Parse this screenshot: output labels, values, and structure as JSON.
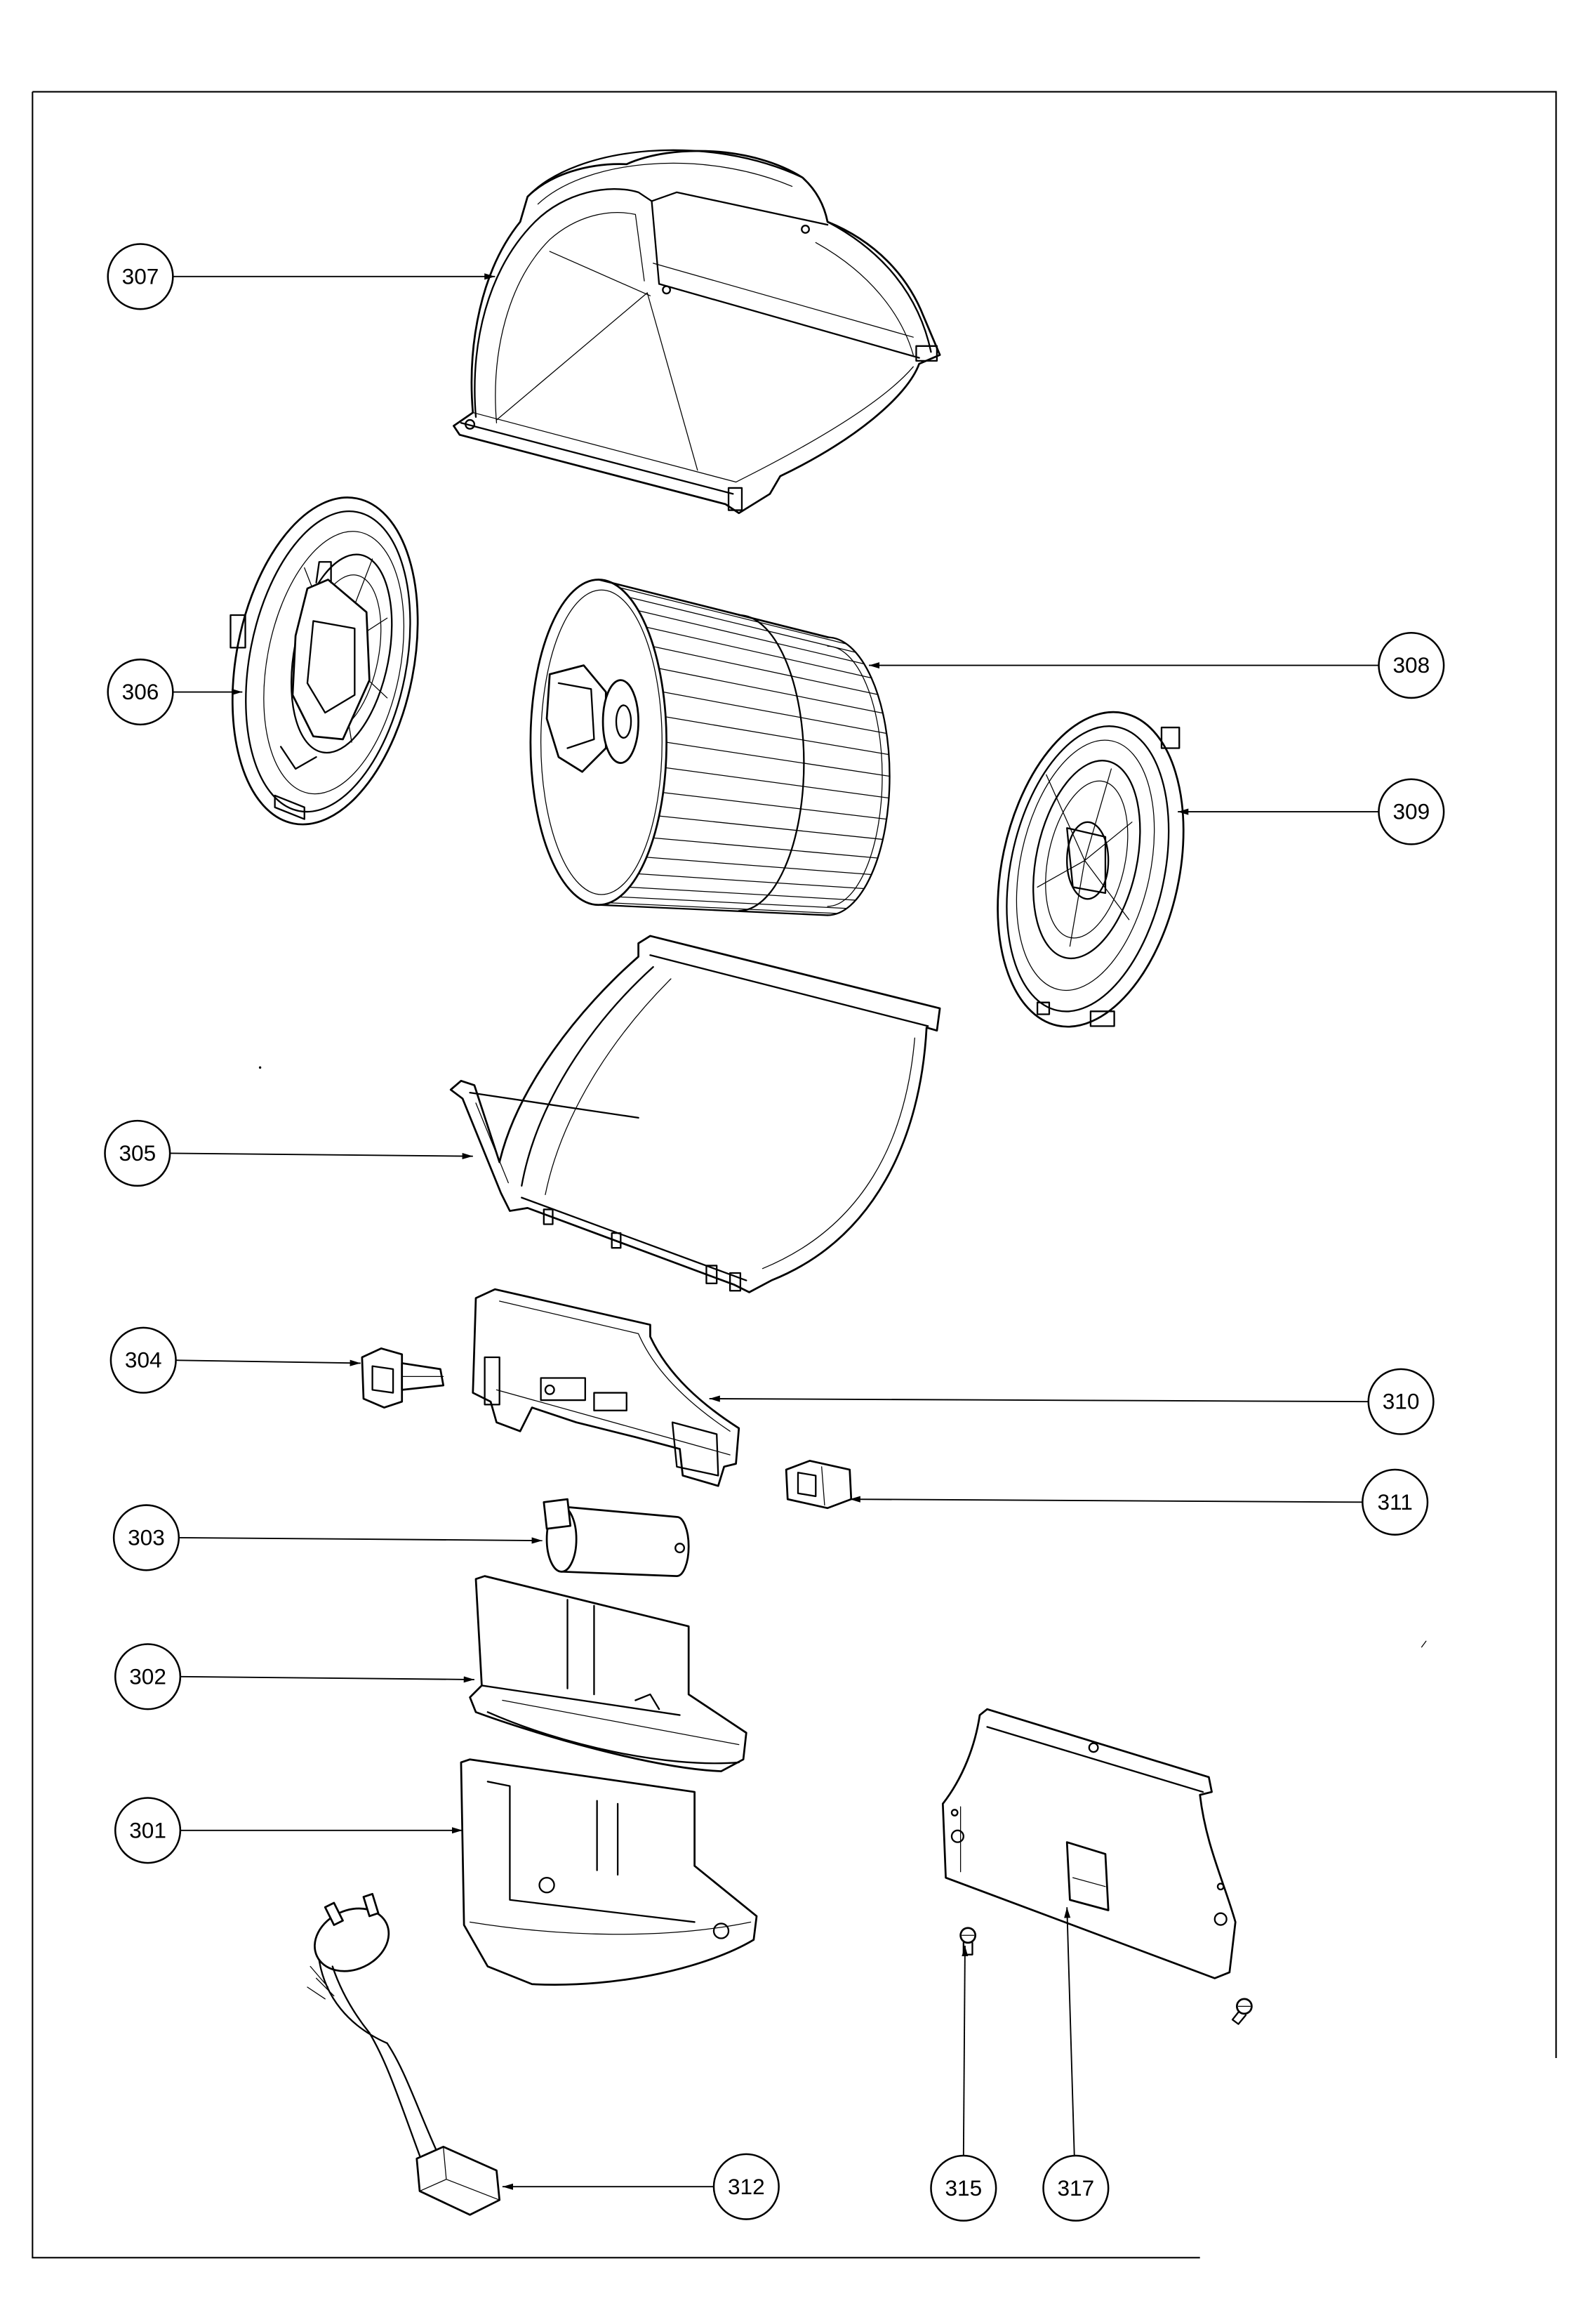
{
  "colors": {
    "line": "#000000",
    "background": "#ffffff"
  },
  "callouts": [
    "307",
    "306",
    "308",
    "309",
    "305",
    "304",
    "310",
    "311",
    "303",
    "302",
    "301",
    "312",
    "315",
    "317"
  ]
}
